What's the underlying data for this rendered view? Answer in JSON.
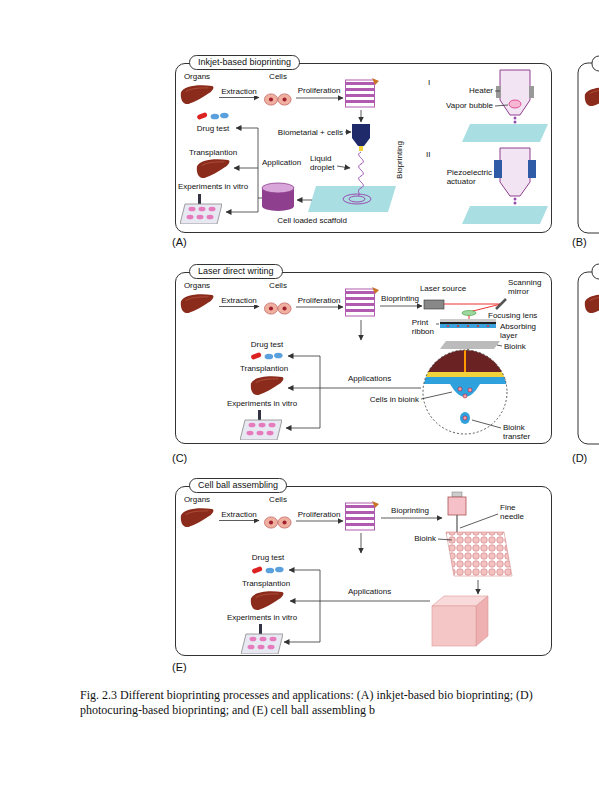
{
  "diagram": {
    "caption": "Fig. 2.3 Different bioprinting processes and applications: (A) inkjet-based bio bioprinting; (D) photocuring-based bioprinting; and (E) cell ball assembling b",
    "nodes": [
      {
        "text": [
          "Inkjet-based bioprinting"
        ]
      },
      {
        "text": [
          "Organs"
        ],
        "in": 0
      },
      {
        "text": [
          "Cells"
        ],
        "in": 0
      },
      {
        "text": [
          "Laser direct writing"
        ]
      },
      {
        "text": [
          "Organs"
        ],
        "in": 3
      },
      {
        "text": [
          "Cells"
        ],
        "in": 3
      },
      {
        "text": [
          "Cell ball assembling"
        ]
      },
      {
        "text": [
          "Organs"
        ],
        "in": 6
      },
      {
        "text": [
          "Cells"
        ],
        "in": 6
      }
    ],
    "edges": [
      {
        "from": 1,
        "to": 2,
        "label": "Extraction",
        "arrow": "to"
      },
      {
        "from": 4,
        "to": 5,
        "label": "Extraction",
        "arrow": "to"
      },
      {
        "from": 7,
        "to": 8,
        "label": "Extraction",
        "arrow": "to"
      }
    ],
    "labels": [
      "I",
      "Heater",
      "Vapor bubble",
      "II",
      "Piezoelectric actuator",
      "Proliferation",
      "Biometarial + cells",
      "Drug test",
      "Transplantion",
      "Application",
      "Liquid droplet",
      "Bioprinting",
      "Experiments in vitro",
      "Cell loaded scaffold",
      "(A)",
      "(B)",
      "Proliferation",
      "Bioprinting",
      "Laser source",
      "Scanning mirror",
      "Focusing lens",
      "Print ribbon",
      "Absorbing layer",
      "Bioink",
      "Drug test",
      "Transplantion",
      "Applications",
      "Cells in bioink",
      "Experiments in vitro",
      "Bioink transfer",
      "(C)",
      "(D)",
      "Proliferation",
      "Bioprinting",
      "Fine needle",
      "Bioink",
      "Drug test",
      "Transplantion",
      "Applications",
      "Experiments in vitro",
      "(E)"
    ]
  }
}
